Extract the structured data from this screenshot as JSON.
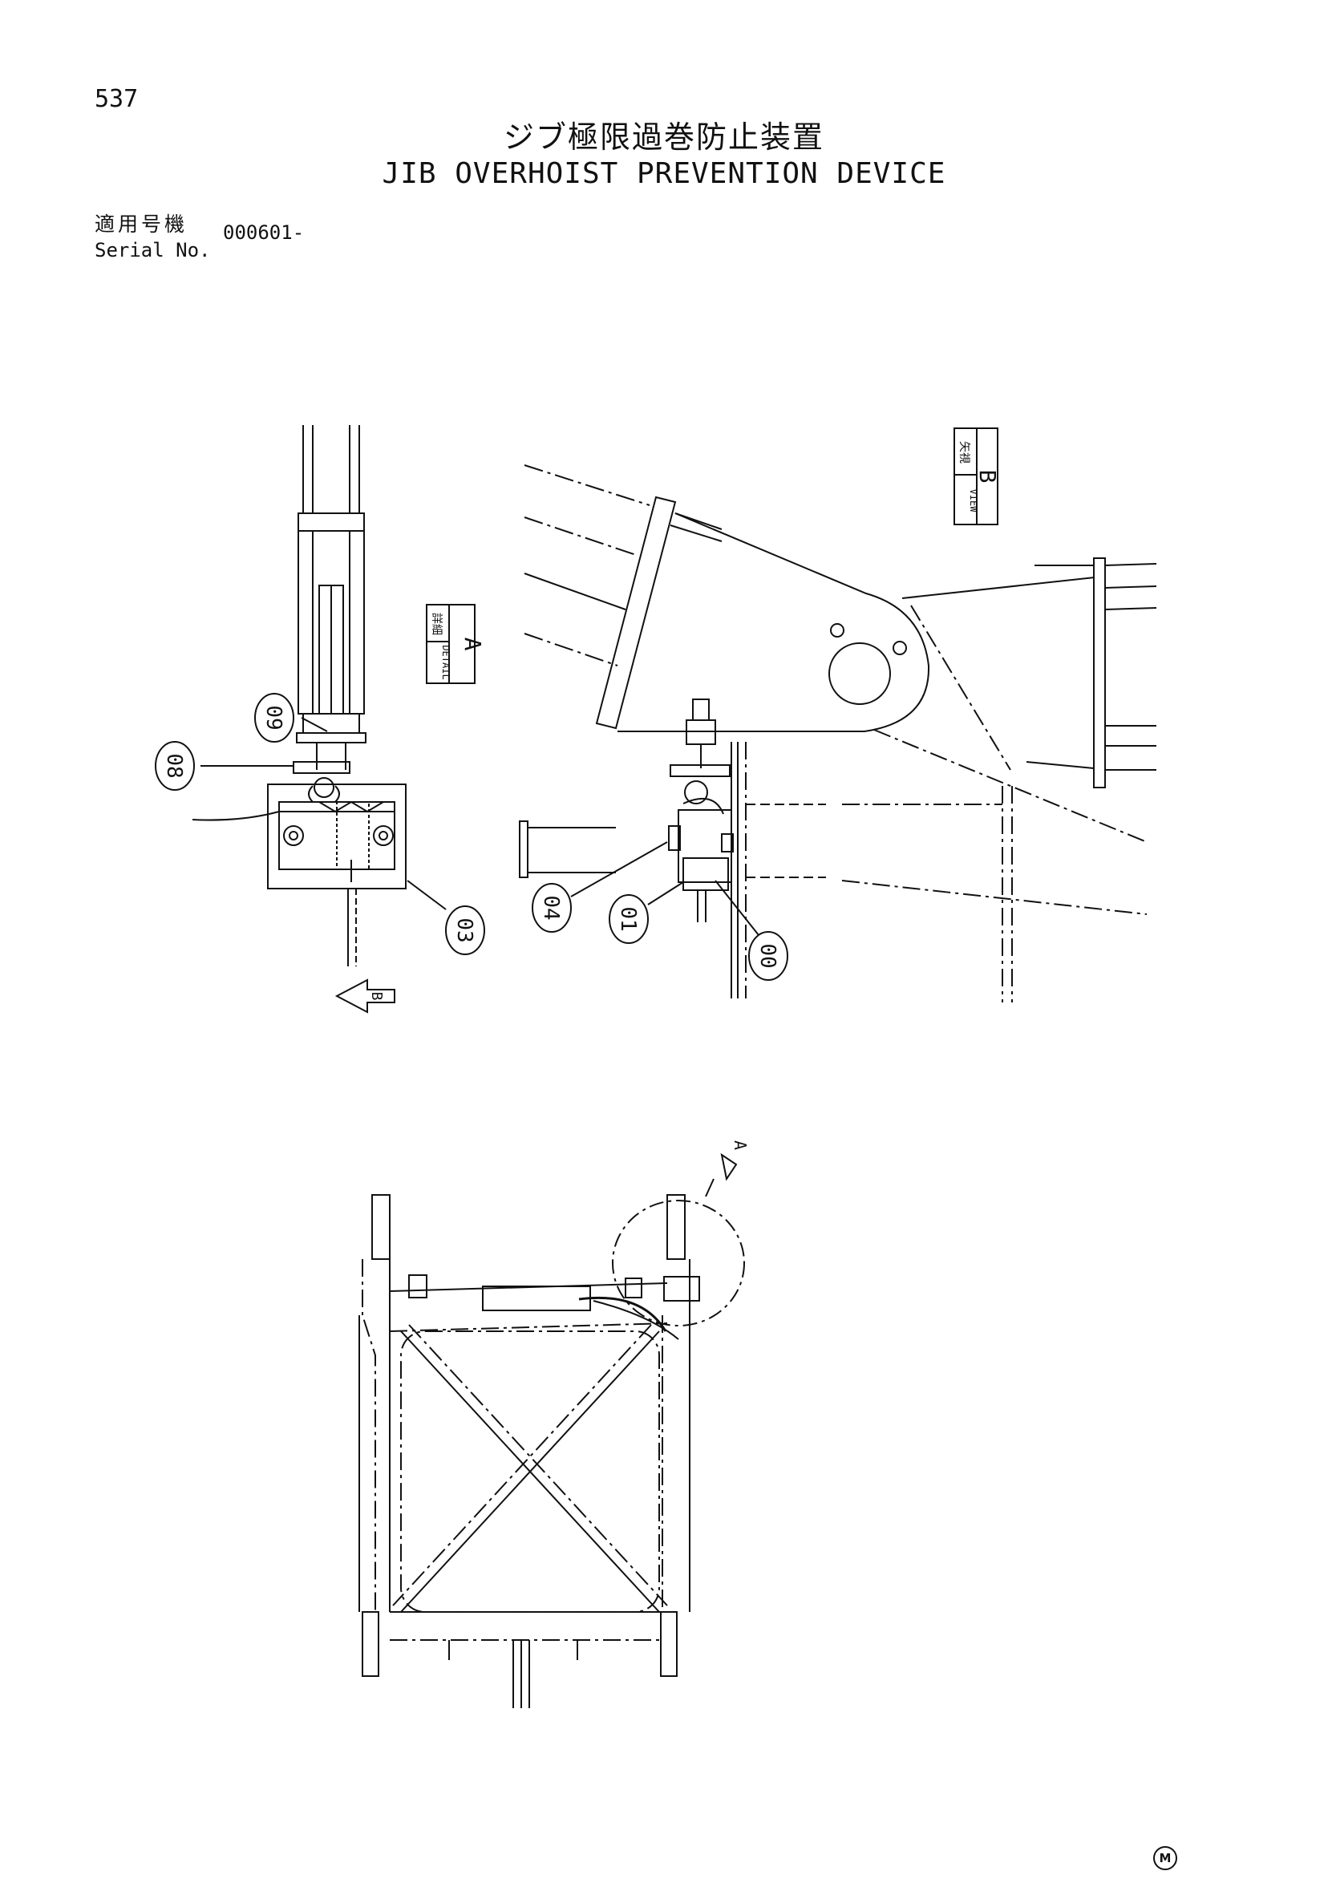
{
  "header": {
    "page_number": "537",
    "title_ja": "ジブ極限過巻防止装置",
    "title_en": "JIB OVERHOIST PREVENTION DEVICE",
    "serial_label_ja": "適用号機",
    "serial_label_en": "Serial No.",
    "serial_value": "000601-"
  },
  "views": {
    "detail_a": {
      "label_ja": "詳細",
      "label_en": "DETAIL",
      "letter": "A"
    },
    "view_b": {
      "label_ja": "矢視",
      "label_en": "VIEW",
      "letter": "B"
    },
    "arrow_b": "B",
    "pointer_a": "A"
  },
  "callouts": [
    {
      "id": "09"
    },
    {
      "id": "08"
    },
    {
      "id": "03"
    },
    {
      "id": "04"
    },
    {
      "id": "01"
    },
    {
      "id": "00"
    }
  ],
  "footer": {
    "mark": "M"
  },
  "colors": {
    "ink": "#111111",
    "paper": "#ffffff"
  }
}
